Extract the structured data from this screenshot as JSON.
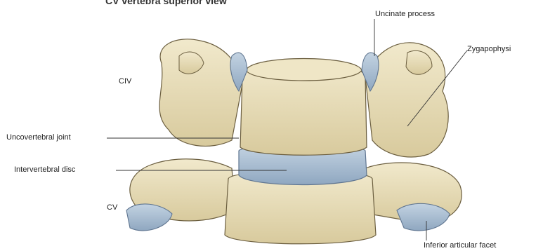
{
  "title": "CV vertebra superior view",
  "labels": {
    "uncinate_process": "Uncinate process",
    "zygapophysial": "Zygapophysi",
    "civ": "CIV",
    "uncovertebral_joint": "Uncovertebral joint",
    "intervertebral_disc": "Intervertebral disc",
    "cv": "CV",
    "inferior_articular_facet": "Inferior articular facet"
  },
  "colors": {
    "bone": "#e9dfbe",
    "bone_shadow": "#c9bb8e",
    "cartilage": "#a9bdd1",
    "outline": "#6b5e3f",
    "leader": "#333333"
  }
}
